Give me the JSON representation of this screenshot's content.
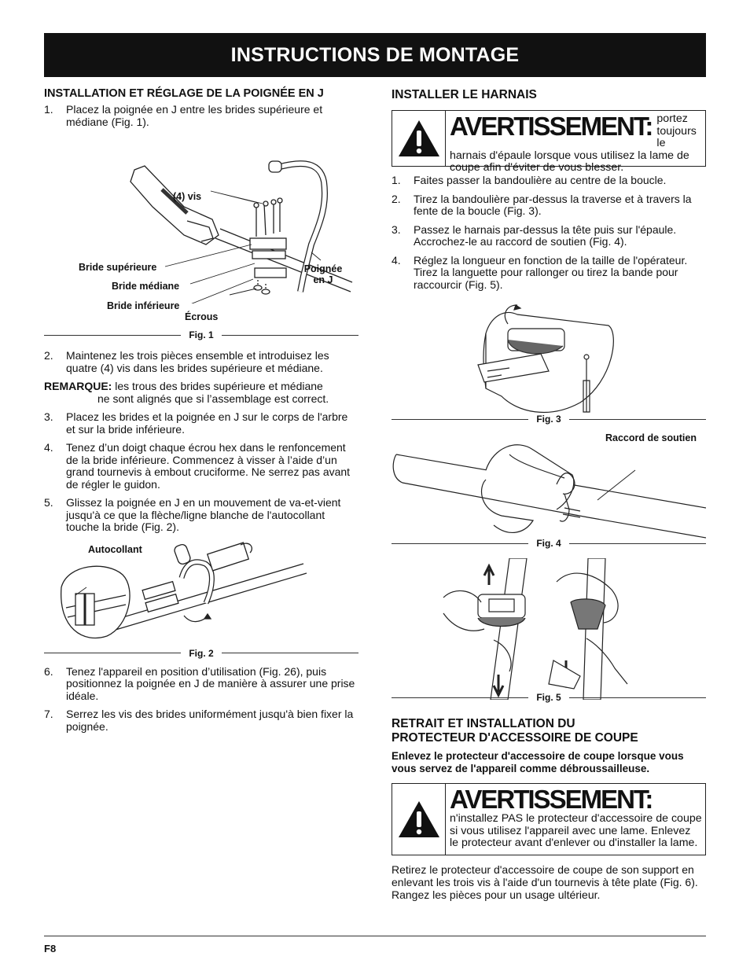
{
  "banner": {
    "title": "INSTRUCTIONS DE MONTAGE"
  },
  "left": {
    "heading": "INSTALLATION ET RÉGLAGE DE LA POIGNÉE EN J",
    "step1": {
      "num": "1.",
      "text": "Placez la poignée en J entre les brides supérieure et médiane (Fig. 1)."
    },
    "fig1": {
      "caption": "Fig. 1",
      "label_vis": "(4) vis",
      "label_bride_sup": "Bride supérieure",
      "label_bride_med": "Bride médiane",
      "label_bride_inf": "Bride inférieure",
      "label_ecrous": "Écrous",
      "label_poignee_1": "Poignée",
      "label_poignee_2": "en J"
    },
    "step2": {
      "num": "2.",
      "text": "Maintenez les trois pièces ensemble et introduisez les quatre (4) vis dans les brides supérieure et médiane."
    },
    "note": {
      "label": "REMARQUE:",
      "text1": "les trous des brides supérieure et médiane",
      "text2": "ne sont alignés que si l’assemblage est correct."
    },
    "step3": {
      "num": "3.",
      "text": "Placez les brides et la poignée en J sur le corps de l'arbre et sur la bride inférieure."
    },
    "step4": {
      "num": "4.",
      "text": "Tenez d’un doigt chaque écrou hex dans le renfoncement de la bride inférieure. Commencez à visser à l’aide d’un grand tournevis à embout cruciforme. Ne serrez pas avant de régler le guidon."
    },
    "step5": {
      "num": "5.",
      "text": "Glissez la poignée en J en un mouvement de va-et-vient jusqu'à ce que la flèche/ligne blanche de l'autocollant touche la bride (Fig. 2)."
    },
    "fig2": {
      "caption": "Fig. 2",
      "label_autocollant": "Autocollant"
    },
    "step6": {
      "num": "6.",
      "text": "Tenez l'appareil en position d’utilisation (Fig. 26), puis positionnez la poignée en J de manière à assurer une prise idéale."
    },
    "step7": {
      "num": "7.",
      "text": "Serrez les vis des brides uniformément jusqu'à bien fixer la poignée."
    }
  },
  "right": {
    "heading1": "INSTALLER LE HARNAIS",
    "warning1": {
      "title": "AVERTISSEMENT:",
      "text": "portez toujours le harnais d'épaule lorsque vous utilisez la lame de coupe afin d'éviter de vous blesser."
    },
    "step1": {
      "num": "1.",
      "text": "Faites passer la bandoulière au centre de la boucle."
    },
    "step2": {
      "num": "2.",
      "text": "Tirez la bandoulière par-dessus la traverse et à travers la fente de la boucle (Fig. 3)."
    },
    "step3": {
      "num": "3.",
      "text": "Passez le harnais par-dessus la tête puis sur l'épaule. Accrochez-le au raccord de soutien (Fig. 4)."
    },
    "step4": {
      "num": "4.",
      "text": "Réglez la longueur en fonction de la taille de l'opérateur. Tirez la languette pour rallonger ou tirez la bande pour raccourcir (Fig. 5)."
    },
    "fig3": {
      "caption": "Fig. 3"
    },
    "fig4": {
      "caption": "Fig. 4",
      "label_raccord": "Raccord de soutien"
    },
    "fig5": {
      "caption": "Fig. 5"
    },
    "heading2_line1": "RETRAIT ET INSTALLATION DU",
    "heading2_line2": "PROTECTEUR D'ACCESSOIRE DE COUPE",
    "bold_para": "Enlevez le protecteur d'accessoire de coupe lorsque vous vous servez de l'appareil comme débroussailleuse.",
    "warning2": {
      "title": "AVERTISSEMENT:",
      "text": "n'installez PAS le protecteur d'accessoire de coupe si vous utilisez l'appareil avec une lame. Enlevez le protecteur avant d'enlever ou d'installer la lame."
    },
    "final_para": "Retirez le protecteur d'accessoire de coupe de son support en enlevant les trois vis à l'aide d'un tournevis à tête plate (Fig. 6). Rangez les pièces pour un usage ultérieur."
  },
  "footer": {
    "page": "F8"
  }
}
